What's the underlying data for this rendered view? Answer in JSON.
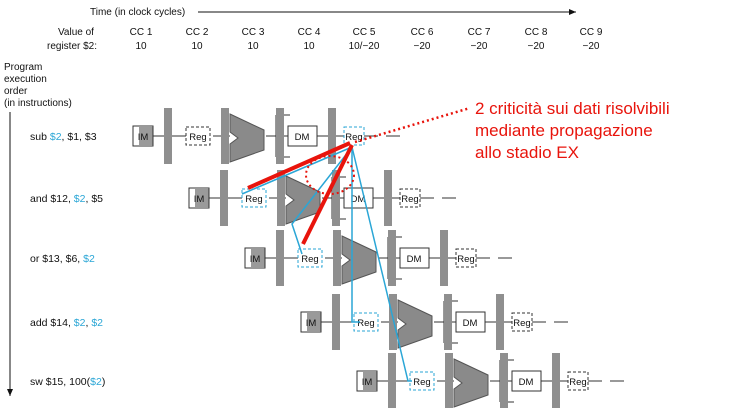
{
  "timeline": {
    "label": "Time (in clock cycles)",
    "register_label_line1": "Value of",
    "register_label_line2": "register $2:",
    "cycles": [
      "CC 1",
      "CC 2",
      "CC 3",
      "CC 4",
      "CC 5",
      "CC 6",
      "CC 7",
      "CC 8",
      "CC 9"
    ],
    "values": [
      "10",
      "10",
      "10",
      "10",
      "10/−20",
      "−20",
      "−20",
      "−20",
      "−20"
    ]
  },
  "order_label": [
    "Program",
    "execution",
    "order",
    "(in instructions)"
  ],
  "instructions": [
    {
      "parts": [
        {
          "t": "sub ",
          "hl": false
        },
        {
          "t": "$2",
          "hl": true
        },
        {
          "t": ", $1, $3",
          "hl": false
        }
      ]
    },
    {
      "parts": [
        {
          "t": "and $12, ",
          "hl": false
        },
        {
          "t": "$2",
          "hl": true
        },
        {
          "t": ", $5",
          "hl": false
        }
      ]
    },
    {
      "parts": [
        {
          "t": "or $13, $6, ",
          "hl": false
        },
        {
          "t": "$2",
          "hl": true
        }
      ]
    },
    {
      "parts": [
        {
          "t": "add $14, ",
          "hl": false
        },
        {
          "t": "$2",
          "hl": true
        },
        {
          "t": ", ",
          "hl": false
        },
        {
          "t": "$2",
          "hl": true
        }
      ]
    },
    {
      "parts": [
        {
          "t": "sw $15, 100(",
          "hl": false
        },
        {
          "t": "$2",
          "hl": true
        },
        {
          "t": ")",
          "hl": false
        }
      ]
    }
  ],
  "stages": {
    "im": "IM",
    "reg": "Reg",
    "dm": "DM"
  },
  "annotation": [
    "2 criticità sui dati risolvibili",
    "mediante propagazione",
    "allo stadio EX"
  ],
  "colors": {
    "highlight": "#2aa6d6",
    "annotation": "#e8140c",
    "stage_fill": "#9a9a9a",
    "bar": "#8f8f8f"
  }
}
